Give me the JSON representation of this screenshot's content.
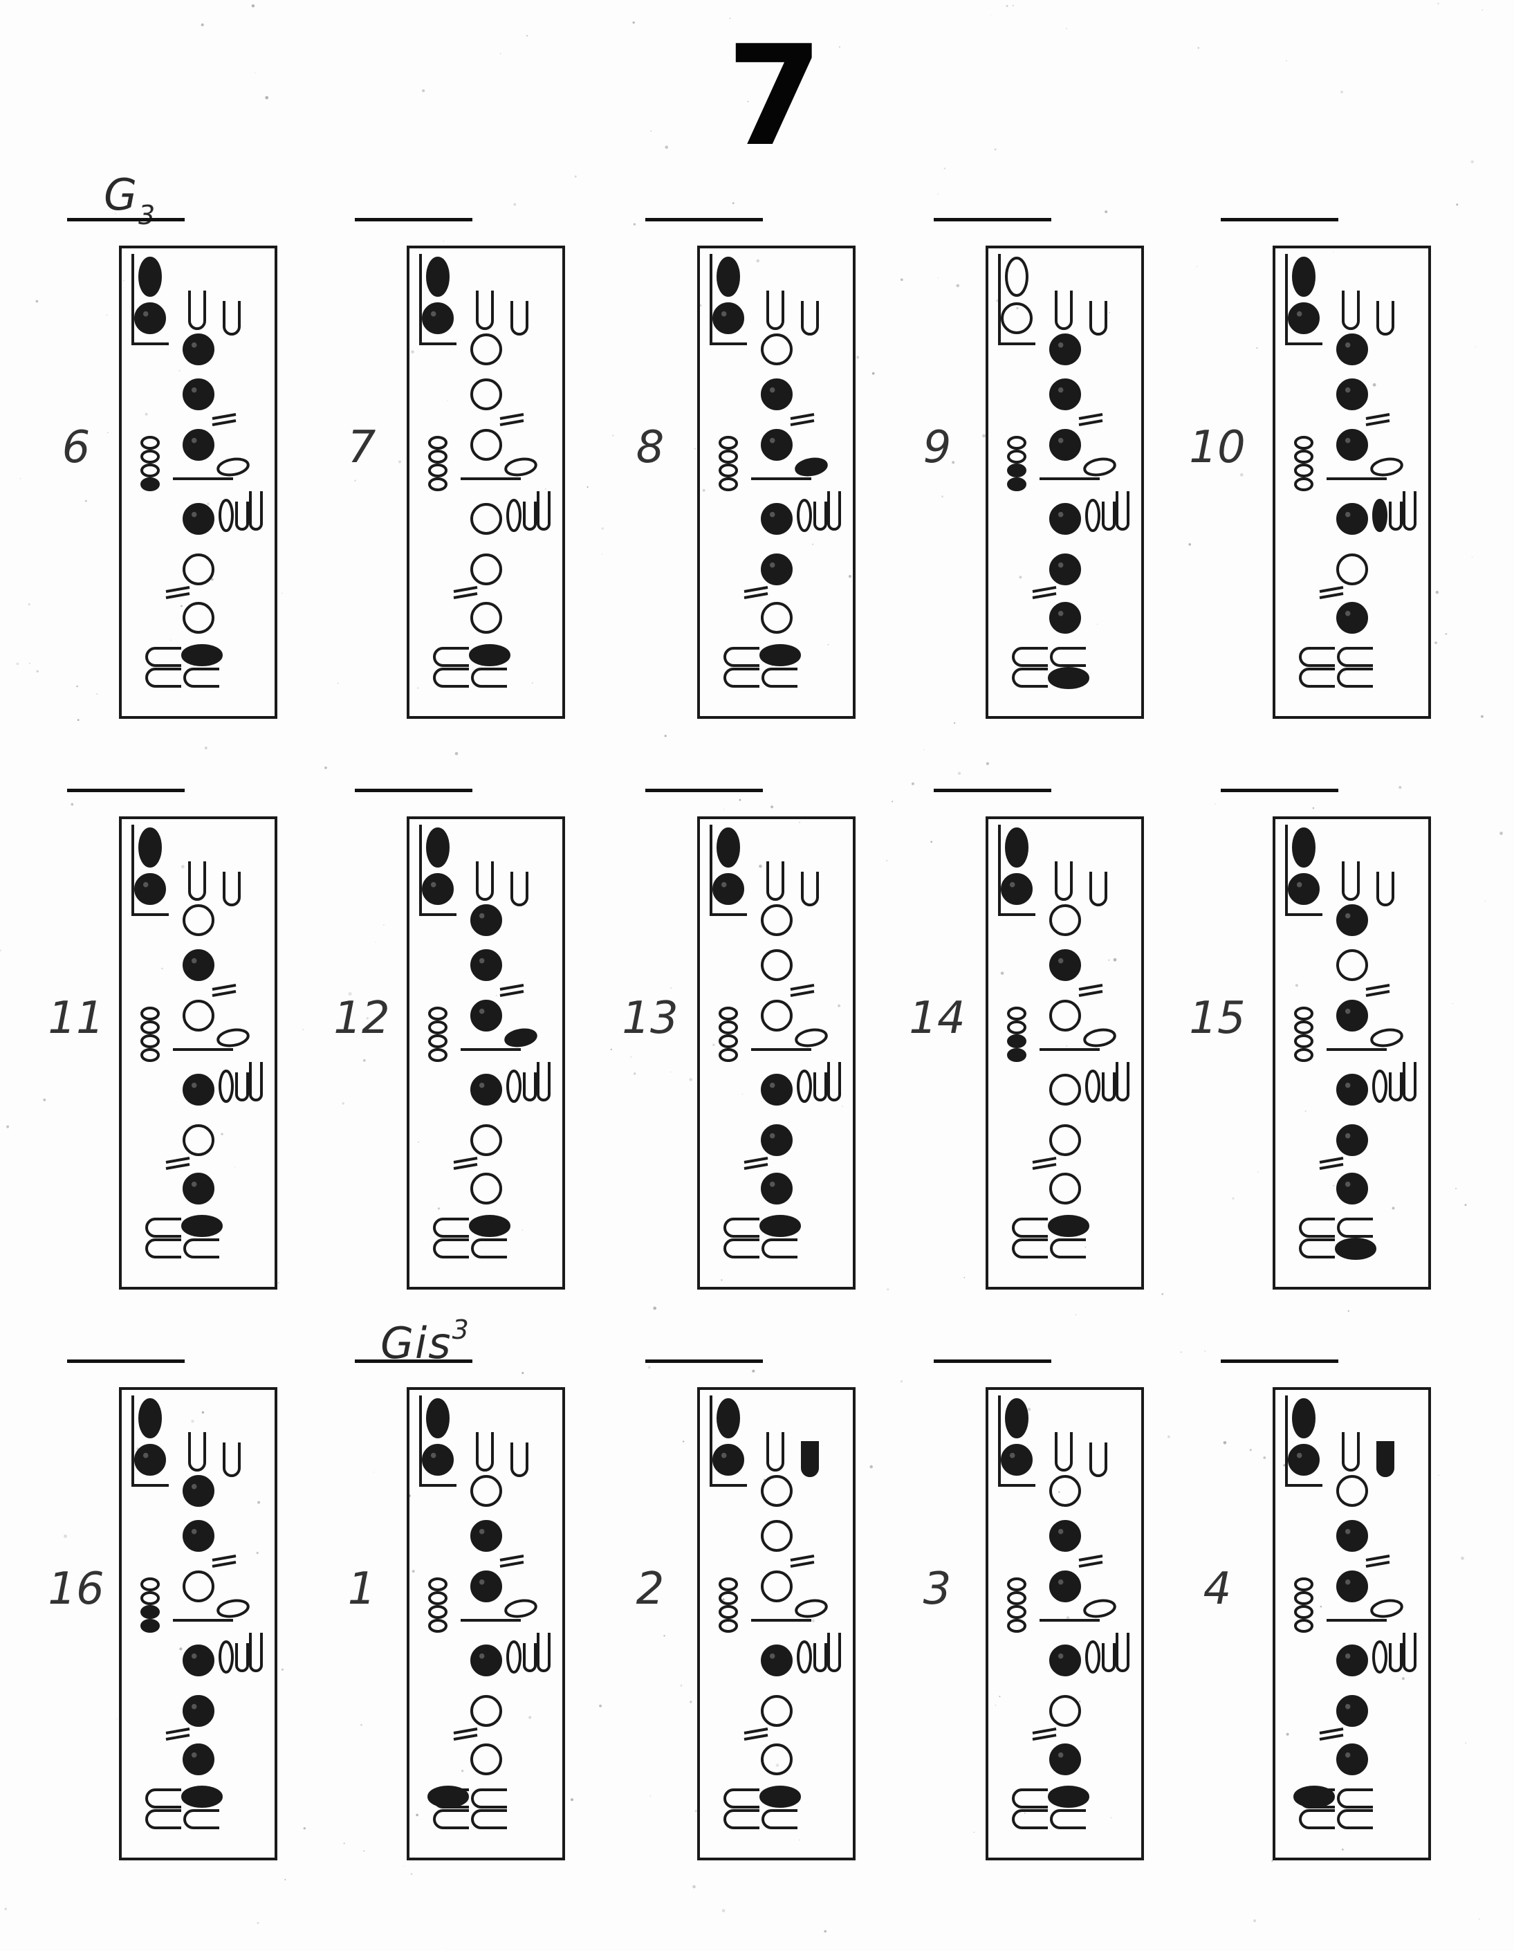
{
  "page": {
    "number": "7"
  },
  "sections": [
    {
      "label": "G",
      "sub": "3",
      "sup": ""
    },
    {
      "label": "Gis",
      "sub": "",
      "sup": "3"
    }
  ],
  "rows": [
    {
      "section_label_index": 0,
      "charts": [
        {
          "number": "6",
          "octave": [
            "filled",
            "filled"
          ],
          "ring_keys": [
            "open",
            "open"
          ],
          "upper": [
            "filled",
            "filled",
            "filled"
          ],
          "side_keys": [
            "open",
            "open",
            "open",
            "filled"
          ],
          "trill": "open",
          "lower_right": [
            "filled",
            "open",
            "open"
          ],
          "lh_low": "none",
          "rh_low": [
            "open",
            "filled"
          ],
          "pinky_bottom": [
            "open",
            "open"
          ]
        },
        {
          "number": "7",
          "octave": [
            "filled",
            "filled"
          ],
          "ring_keys": [
            "open",
            "open"
          ],
          "upper": [
            "open",
            "open",
            "open"
          ],
          "side_keys": [
            "open",
            "open",
            "open",
            "open"
          ],
          "trill": "open",
          "lower_right": [
            "open",
            "open",
            "open"
          ],
          "lh_low": "none",
          "rh_low": [
            "open",
            "filled"
          ],
          "pinky_bottom": [
            "open",
            "open"
          ]
        },
        {
          "number": "8",
          "octave": [
            "filled",
            "filled"
          ],
          "ring_keys": [
            "open",
            "open"
          ],
          "upper": [
            "open",
            "filled",
            "filled"
          ],
          "side_keys": [
            "open",
            "open",
            "open",
            "open"
          ],
          "trill": "filled",
          "lower_right": [
            "filled",
            "filled",
            "open"
          ],
          "lh_low": "none",
          "rh_low": [
            "open",
            "filled"
          ],
          "pinky_bottom": [
            "open",
            "open"
          ]
        },
        {
          "number": "9",
          "octave": [
            "open",
            "open"
          ],
          "ring_keys": [
            "open",
            "open"
          ],
          "upper": [
            "filled",
            "filled",
            "filled"
          ],
          "side_keys": [
            "open",
            "open",
            "filled",
            "filled"
          ],
          "trill": "open",
          "lower_right": [
            "filled",
            "filled",
            "filled"
          ],
          "lh_low": "none",
          "rh_low": [
            "open",
            "open"
          ],
          "pinky_bottom": [
            "open",
            "filled"
          ]
        },
        {
          "number": "10",
          "octave": [
            "filled",
            "filled"
          ],
          "ring_keys": [
            "open",
            "open"
          ],
          "upper": [
            "filled",
            "filled",
            "filled"
          ],
          "side_keys": [
            "open",
            "open",
            "open",
            "open"
          ],
          "trill": "open",
          "lower_right": [
            "filled",
            "open",
            "filled"
          ],
          "lh_low": "filled",
          "rh_low": [
            "open",
            "open"
          ],
          "pinky_bottom": [
            "open",
            "open"
          ]
        }
      ]
    },
    {
      "section_label_index": -1,
      "charts": [
        {
          "number": "11",
          "octave": [
            "filled",
            "filled"
          ],
          "ring_keys": [
            "open",
            "open"
          ],
          "upper": [
            "open",
            "filled",
            "open"
          ],
          "side_keys": [
            "open",
            "open",
            "open",
            "open"
          ],
          "trill": "open",
          "lower_right": [
            "filled",
            "open",
            "filled"
          ],
          "lh_low": "none",
          "rh_low": [
            "open",
            "filled"
          ],
          "pinky_bottom": [
            "open",
            "open"
          ]
        },
        {
          "number": "12",
          "octave": [
            "filled",
            "filled"
          ],
          "ring_keys": [
            "open",
            "open"
          ],
          "upper": [
            "filled",
            "filled",
            "filled"
          ],
          "side_keys": [
            "open",
            "open",
            "open",
            "open"
          ],
          "trill": "filled",
          "lower_right": [
            "filled",
            "open",
            "open"
          ],
          "lh_low": "none",
          "rh_low": [
            "open",
            "filled"
          ],
          "pinky_bottom": [
            "open",
            "open"
          ]
        },
        {
          "number": "13",
          "octave": [
            "filled",
            "filled"
          ],
          "ring_keys": [
            "open",
            "open"
          ],
          "upper": [
            "open",
            "open",
            "open"
          ],
          "side_keys": [
            "open",
            "open",
            "open",
            "open"
          ],
          "trill": "open",
          "lower_right": [
            "filled",
            "filled",
            "filled"
          ],
          "lh_low": "none",
          "rh_low": [
            "open",
            "filled"
          ],
          "pinky_bottom": [
            "open",
            "open"
          ]
        },
        {
          "number": "14",
          "octave": [
            "filled",
            "filled"
          ],
          "ring_keys": [
            "open",
            "open"
          ],
          "upper": [
            "open",
            "filled",
            "open"
          ],
          "side_keys": [
            "open",
            "open",
            "filled",
            "filled"
          ],
          "trill": "open",
          "lower_right": [
            "open",
            "open",
            "open"
          ],
          "lh_low": "none",
          "rh_low": [
            "open",
            "filled"
          ],
          "pinky_bottom": [
            "open",
            "open"
          ]
        },
        {
          "number": "15",
          "octave": [
            "filled",
            "filled"
          ],
          "ring_keys": [
            "open",
            "open"
          ],
          "upper": [
            "filled",
            "open",
            "filled"
          ],
          "side_keys": [
            "open",
            "open",
            "open",
            "open"
          ],
          "trill": "open",
          "lower_right": [
            "filled",
            "filled",
            "filled"
          ],
          "lh_low": "none",
          "rh_low": [
            "open",
            "open"
          ],
          "pinky_bottom": [
            "open",
            "filled"
          ]
        }
      ]
    },
    {
      "section_label_index": 1,
      "charts": [
        {
          "number": "16",
          "octave": [
            "filled",
            "filled"
          ],
          "ring_keys": [
            "open",
            "open"
          ],
          "upper": [
            "filled",
            "filled",
            "open"
          ],
          "side_keys": [
            "open",
            "open",
            "filled",
            "filled"
          ],
          "trill": "open",
          "lower_right": [
            "filled",
            "filled",
            "filled"
          ],
          "lh_low": "none",
          "rh_low": [
            "open",
            "filled"
          ],
          "pinky_bottom": [
            "open",
            "open"
          ]
        },
        {
          "number": "1",
          "octave": [
            "filled",
            "filled"
          ],
          "ring_keys": [
            "open",
            "open"
          ],
          "upper": [
            "open",
            "filled",
            "filled"
          ],
          "side_keys": [
            "open",
            "open",
            "open",
            "open"
          ],
          "trill": "open",
          "lower_right": [
            "filled",
            "open",
            "open"
          ],
          "lh_low": "none",
          "rh_low": [
            "filled",
            "open"
          ],
          "pinky_bottom": [
            "open",
            "open"
          ]
        },
        {
          "number": "2",
          "octave": [
            "filled",
            "filled"
          ],
          "ring_keys": [
            "open",
            "filled"
          ],
          "upper": [
            "open",
            "open",
            "open"
          ],
          "side_keys": [
            "open",
            "open",
            "open",
            "open"
          ],
          "trill": "open",
          "lower_right": [
            "filled",
            "open",
            "open"
          ],
          "lh_low": "none",
          "rh_low": [
            "open",
            "filled"
          ],
          "pinky_bottom": [
            "open",
            "open"
          ]
        },
        {
          "number": "3",
          "octave": [
            "filled",
            "filled"
          ],
          "ring_keys": [
            "open",
            "open"
          ],
          "upper": [
            "open",
            "filled",
            "filled"
          ],
          "side_keys": [
            "open",
            "open",
            "open",
            "open"
          ],
          "trill": "open",
          "lower_right": [
            "filled",
            "open",
            "filled"
          ],
          "lh_low": "none",
          "rh_low": [
            "open",
            "filled"
          ],
          "pinky_bottom": [
            "open",
            "open"
          ]
        },
        {
          "number": "4",
          "octave": [
            "filled",
            "filled"
          ],
          "ring_keys": [
            "open",
            "filled"
          ],
          "upper": [
            "open",
            "filled",
            "filled"
          ],
          "side_keys": [
            "open",
            "open",
            "open",
            "open"
          ],
          "trill": "open",
          "lower_right": [
            "filled",
            "filled",
            "filled"
          ],
          "lh_low": "none",
          "rh_low": [
            "filled",
            "open"
          ],
          "pinky_bottom": [
            "open",
            "open"
          ]
        }
      ]
    }
  ]
}
